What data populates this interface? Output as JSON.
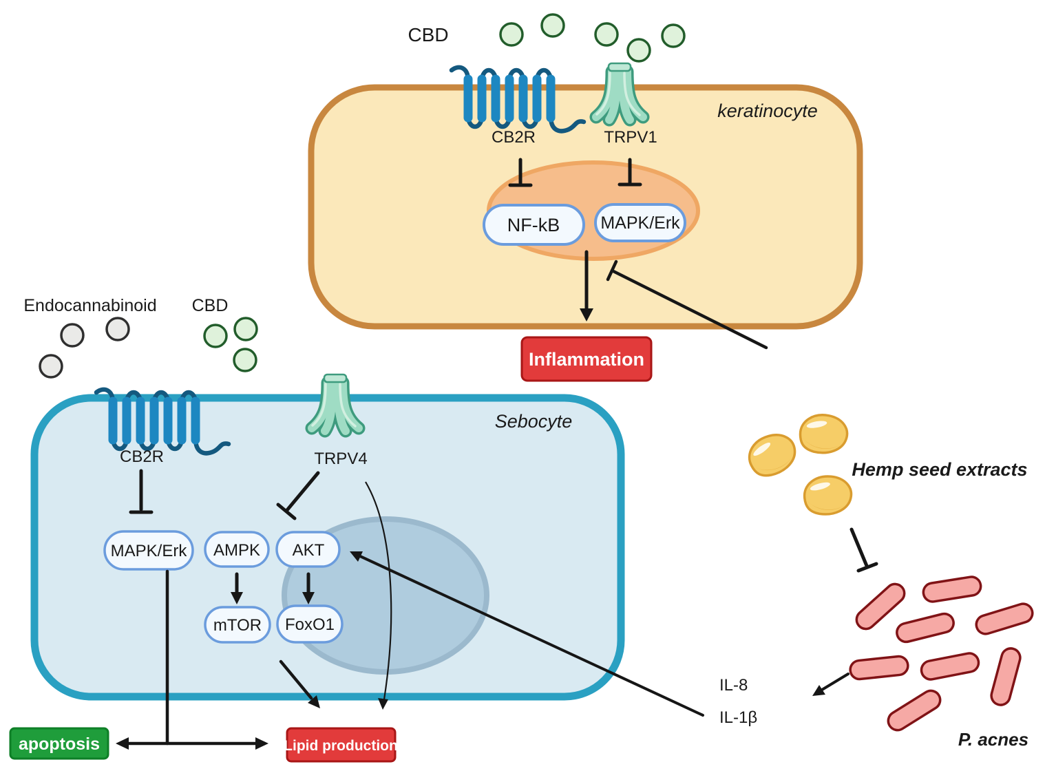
{
  "diagram": {
    "keratinocyte": {
      "name": "keratinocyte",
      "cbd_label": "CBD",
      "receptor_cb2r": "CB2R",
      "receptor_trpv1": "TRPV1",
      "node_nfkb": "NF-kB",
      "node_mapk_erk": "MAPK/Erk",
      "outcome_inflammation": "Inflammation"
    },
    "sebocyte": {
      "name": "Sebocyte",
      "endocannabinoid_label": "Endocannabinoid",
      "cbd_label": "CBD",
      "receptor_cb2r": "CB2R",
      "receptor_trpv4": "TRPV4",
      "node_mapk_erk": "MAPK/Erk",
      "node_ampk": "AMPK",
      "node_akt": "AKT",
      "node_mtor": "mTOR",
      "node_foxo1": "FoxO1",
      "outcome_apoptosis": "apoptosis",
      "outcome_lipid_production": "Lipid production"
    },
    "extracellular": {
      "hemp_seed_extracts": "Hemp seed extracts",
      "p_acnes": "P. acnes",
      "il8": "IL-8",
      "il1b": "IL-1β"
    },
    "colors": {
      "keratinocyte_fill": "#FBE8BA",
      "keratinocyte_border": "#C8873F",
      "keratinocyte_nucleus_fill": "#F6BD8B",
      "keratinocyte_nucleus_border": "#EFA763",
      "sebocyte_fill": "#D9EAF2",
      "sebocyte_border": "#2AA0C2",
      "sebocyte_nucleus_fill": "#AFCCDE",
      "sebocyte_nucleus_border": "#9BB9CD",
      "pill_fill": "#F3F9FE",
      "pill_border": "#6B9CDD",
      "red_box_fill": "#E23B3B",
      "red_box_border": "#A81616",
      "green_box_fill": "#1F9D3B",
      "green_box_border": "#0E7F27",
      "cbd_molecule_fill": "#DFF2DB",
      "cbd_molecule_border": "#225D2B",
      "endocannabinoid_fill": "#EAEAE8",
      "endocannabinoid_border": "#2F2F2F",
      "gpcr_helix": "#1D87C1",
      "gpcr_loop": "#14597F",
      "trpv_outline": "#3E9B7E",
      "trpv_body": "#9FDCC4",
      "seed_fill": "#F6CD67",
      "seed_border": "#D99C2F",
      "bacteria_fill": "#F6A9A5",
      "bacteria_border": "#801316",
      "line_color": "#161616"
    }
  }
}
